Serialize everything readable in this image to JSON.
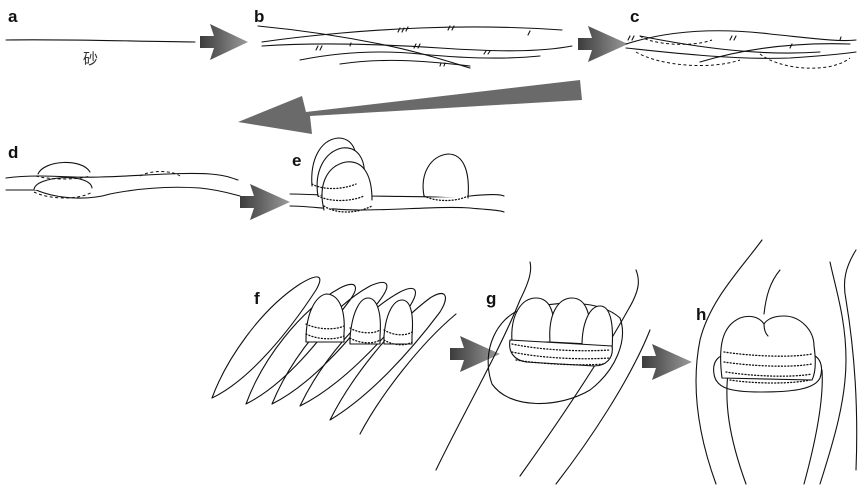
{
  "figure": {
    "panels": [
      {
        "id": "a",
        "label": "a"
      },
      {
        "id": "b",
        "label": "b"
      },
      {
        "id": "c",
        "label": "c"
      },
      {
        "id": "d",
        "label": "d"
      },
      {
        "id": "e",
        "label": "e"
      },
      {
        "id": "f",
        "label": "f"
      },
      {
        "id": "g",
        "label": "g"
      },
      {
        "id": "h",
        "label": "h"
      }
    ],
    "sand_label": "砂",
    "colors": {
      "line": "#111111",
      "arrow_dark": "#4a4a4a",
      "arrow_light": "#9a9a9a",
      "background": "#ffffff"
    }
  }
}
